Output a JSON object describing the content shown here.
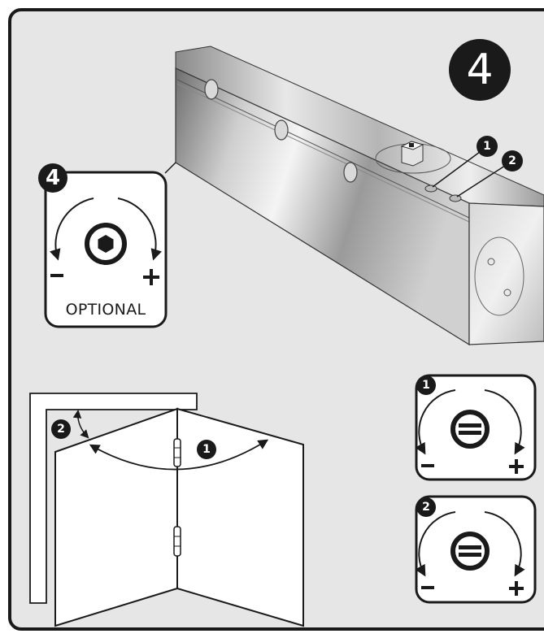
{
  "step": {
    "number": "4"
  },
  "optional_panel": {
    "number": "4",
    "label": "OPTIONAL",
    "minus": "−",
    "plus": "+"
  },
  "closer_callouts": {
    "valve_1": "1",
    "valve_2": "2"
  },
  "door_diagram": {
    "arc_1": "1",
    "arc_2": "2"
  },
  "valve_panel_1": {
    "number": "1",
    "minus": "−",
    "plus": "+"
  },
  "valve_panel_2": {
    "number": "2",
    "minus": "−",
    "plus": "+"
  },
  "icons": [
    "hex-socket-icon",
    "slotted-screw-icon",
    "rotate-counterclockwise-arrow-icon",
    "rotate-clockwise-arrow-icon"
  ],
  "colors": {
    "background": "#e6e6e6",
    "frame": "#1a1a1a",
    "badge": "#1a1a1a"
  }
}
